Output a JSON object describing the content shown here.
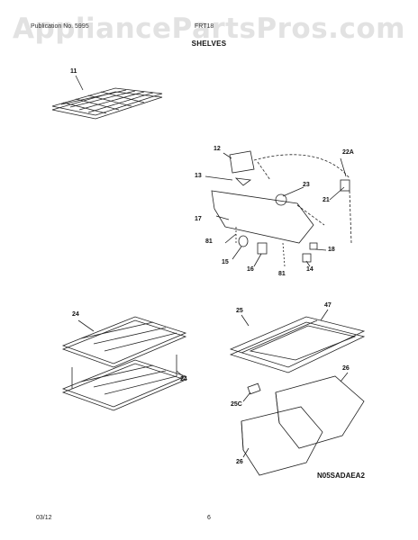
{
  "watermark": "AppliancePartsPros.com",
  "header": {
    "left": "Publication No. 5995",
    "right": "FRT18"
  },
  "title": "SHELVES",
  "parts": [
    {
      "num": "11"
    },
    {
      "num": "12"
    },
    {
      "num": "22A"
    },
    {
      "num": "13"
    },
    {
      "num": "23"
    },
    {
      "num": "21"
    },
    {
      "num": "17"
    },
    {
      "num": "81"
    },
    {
      "num": "18"
    },
    {
      "num": "15"
    },
    {
      "num": "16"
    },
    {
      "num": "81"
    },
    {
      "num": "14"
    },
    {
      "num": "24"
    },
    {
      "num": "25"
    },
    {
      "num": "47"
    },
    {
      "num": "24"
    },
    {
      "num": "26"
    },
    {
      "num": "25C"
    },
    {
      "num": "26"
    }
  ],
  "diagram_code": "N05SADAEA2",
  "footer": {
    "date": "03/12",
    "page": "6"
  }
}
